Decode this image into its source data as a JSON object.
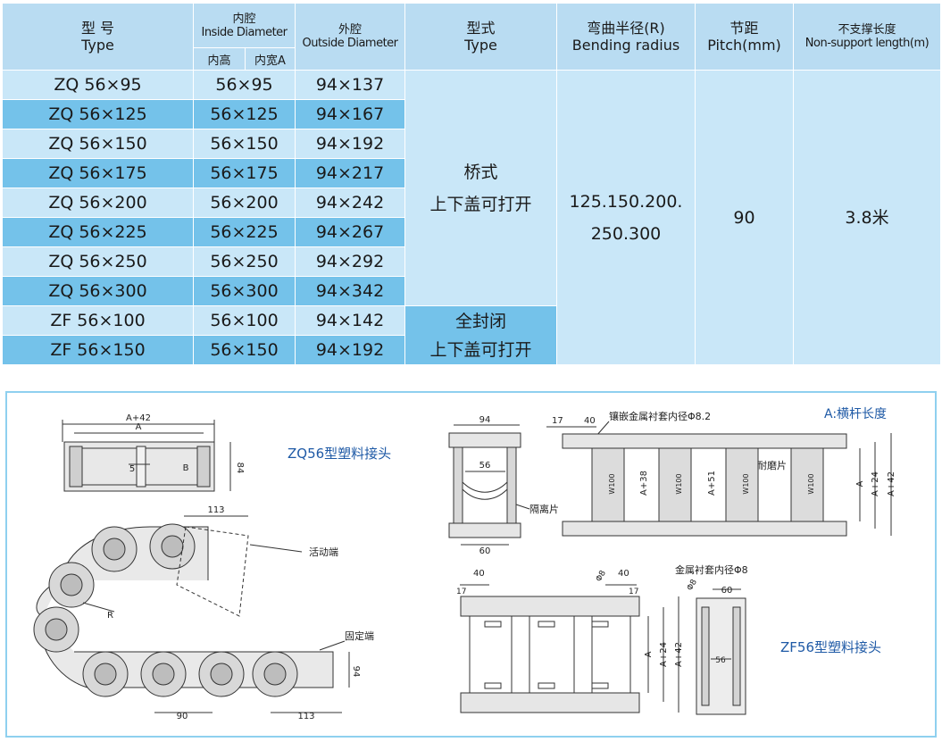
{
  "header": {
    "type_zh": "型 号",
    "type_en": "Type",
    "inner_zh": "内腔",
    "inner_en": "Inside Diameter",
    "inner_h": "内高",
    "inner_w": "内宽A",
    "outer_zh": "外腔",
    "outer_en": "Outside Diameter",
    "form_zh": "型式",
    "form_en": "Type",
    "bend_zh": "弯曲半径(R)",
    "bend_en": "Bending radius",
    "pitch_zh": "节距",
    "pitch_en": "Pitch(mm)",
    "support_zh": "不支撑长度",
    "support_en": "Non-support length(m)"
  },
  "rows": [
    {
      "type": "ZQ  56×95",
      "inner": "56×95",
      "outer": "94×137"
    },
    {
      "type": "ZQ  56×125",
      "inner": "56×125",
      "outer": "94×167"
    },
    {
      "type": "ZQ 56×150",
      "inner": "56×150",
      "outer": "94×192"
    },
    {
      "type": "ZQ  56×175",
      "inner": "56×175",
      "outer": "94×217"
    },
    {
      "type": "ZQ  56×200",
      "inner": "56×200",
      "outer": "94×242"
    },
    {
      "type": "ZQ  56×225",
      "inner": "56×225",
      "outer": "94×267"
    },
    {
      "type": "ZQ  56×250",
      "inner": "56×250",
      "outer": "94×292"
    },
    {
      "type": "ZQ  56×300",
      "inner": "56×300",
      "outer": "94×342"
    },
    {
      "type": "ZF  56×100",
      "inner": "56×100",
      "outer": "94×142"
    },
    {
      "type": "ZF  56×150",
      "inner": "56×150",
      "outer": "94×192"
    }
  ],
  "merged": {
    "bridge_line1": "桥式",
    "bridge_line2": "上下盖可打开",
    "closed_line1": "全封闭",
    "closed_line2": "上下盖可打开",
    "bend_line1": "125.150.200.",
    "bend_line2": "250.300",
    "pitch": "90",
    "support": "3.8米"
  },
  "diagram": {
    "zq_title": "ZQ56型塑料接头",
    "zf_title": "ZF56型塑料接头",
    "legend_a": "A:横杆长度",
    "dim_a42": "A+42",
    "dim_a": "A",
    "dim_5": "5",
    "dim_b": "B",
    "dim_84": "84",
    "dim_113a": "113",
    "movable_end": "活动端",
    "radius_r": "R",
    "fixed_end": "固定端",
    "dim_94v": "94",
    "dim_90": "90",
    "dim_113b": "113",
    "dim_94": "94",
    "dim_56a": "56",
    "dim_60a": "60",
    "spacer": "隔离片",
    "dim_17a": "17",
    "dim_40a": "40",
    "insert_note": "镶嵌金属衬套内径Φ8.2",
    "wear_pad": "耐磨片",
    "dim_a38": "A+38",
    "dim_a51": "A+51",
    "dim_a_r": "A",
    "dim_a24": "A+24",
    "dim_a42_r": "A+42",
    "w100": "W100",
    "bushing_note": "金属衬套内径Φ8",
    "dim_40b": "40",
    "dim_17b": "17",
    "dim_40c": "40",
    "dim_17c": "17",
    "dim_phi8a": "Φ8",
    "dim_phi8b": "Φ8",
    "dim_a_zf": "A",
    "dim_a24_zf": "A+24",
    "dim_a42_zf": "A+42",
    "dim_60b": "60",
    "dim_56b": "56"
  },
  "colors": {
    "header_bg": "#b9dcf2",
    "row_light": "#c9e7f8",
    "row_dark": "#74c2ea",
    "frame": "#8fd0ef",
    "title_blue": "#1f5aa6"
  }
}
